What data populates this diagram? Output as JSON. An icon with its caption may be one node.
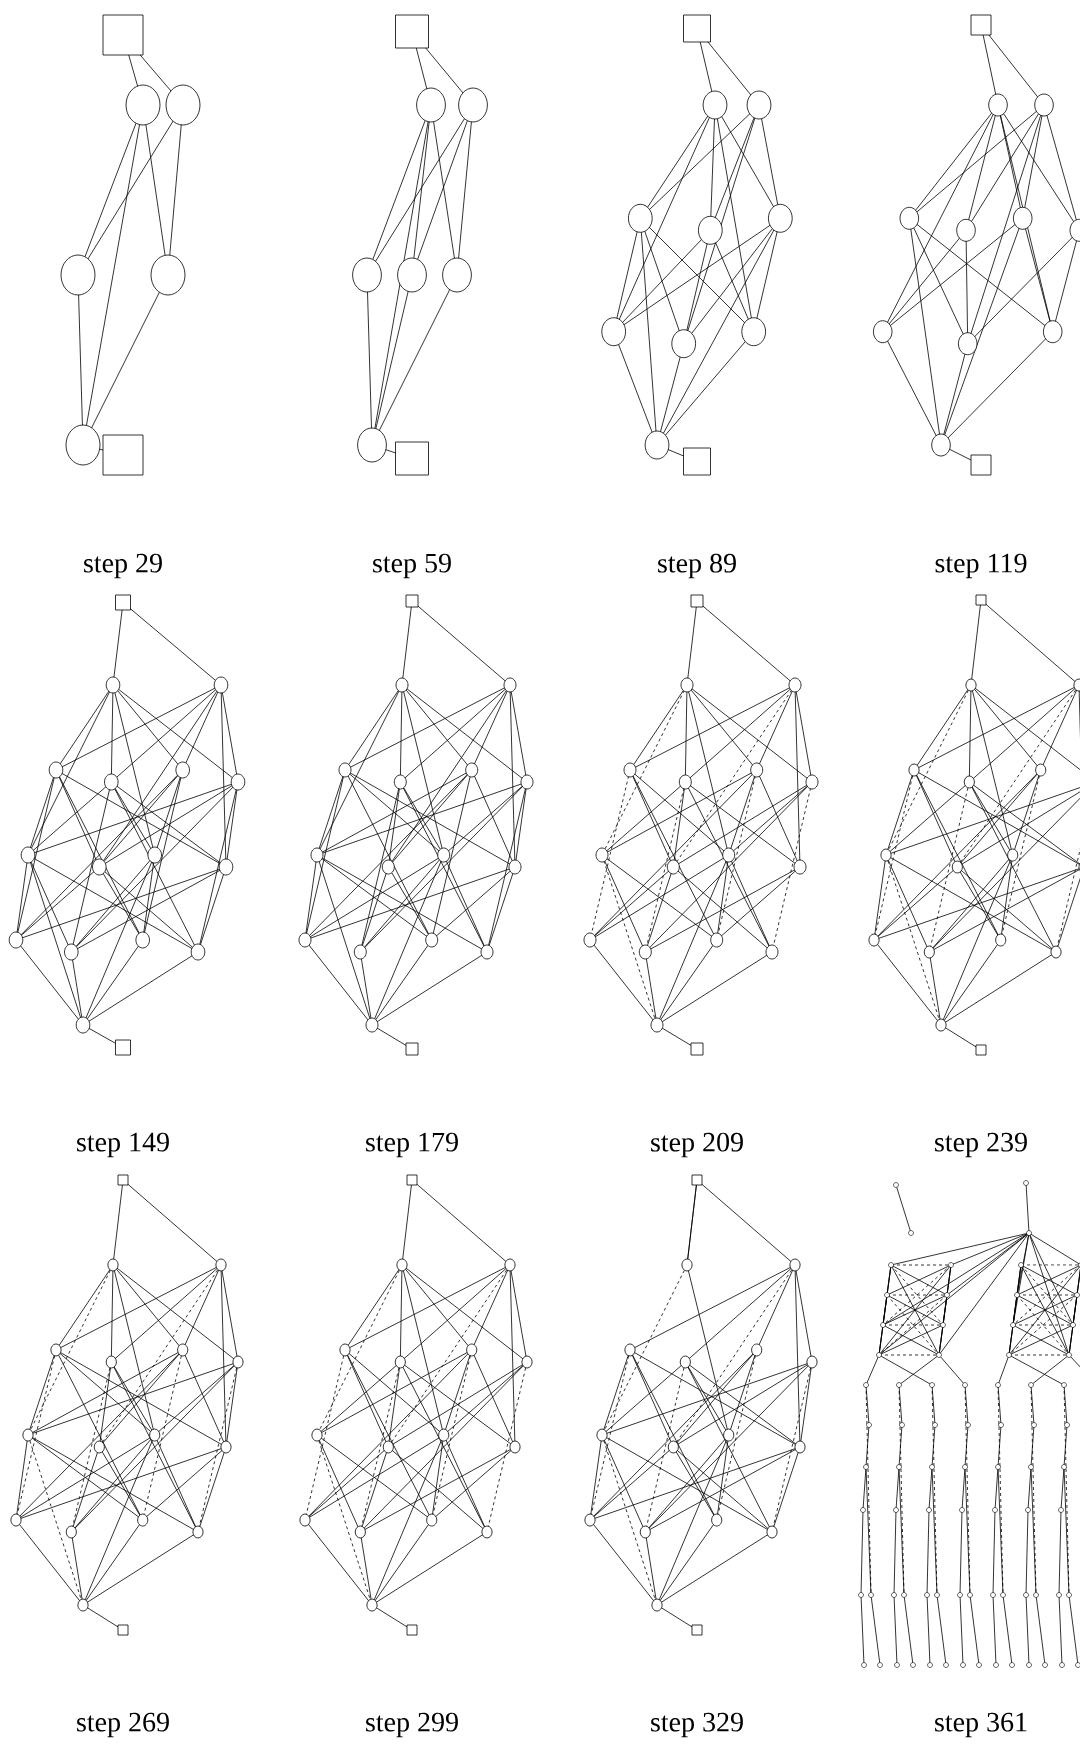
{
  "diagram": {
    "labels": [
      "step 29",
      "step 59",
      "step 89",
      "step 119",
      "step 149",
      "step 179",
      "step 209",
      "step 239",
      "step 269",
      "step 299",
      "step 329",
      "step 361"
    ]
  }
}
